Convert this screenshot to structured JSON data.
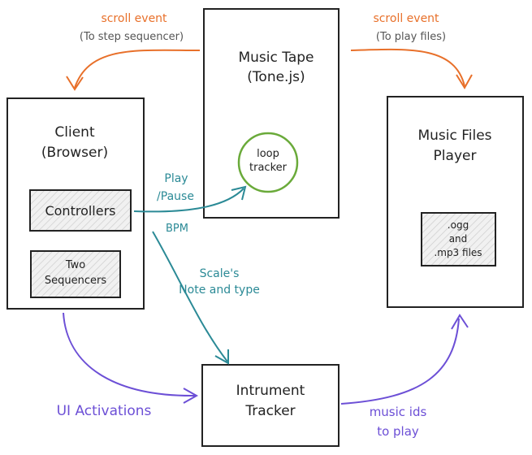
{
  "boxes": {
    "music_tape": {
      "line1": "Music Tape",
      "line2": "(Tone.js)"
    },
    "client": {
      "line1": "Client",
      "line2": "(Browser)"
    },
    "controllers": {
      "label": "Controllers"
    },
    "sequencers": {
      "line1": "Two",
      "line2": "Sequencers"
    },
    "loop_tracker": {
      "line1": "loop",
      "line2": "tracker"
    },
    "music_files_player": {
      "line1": "Music Files",
      "line2": "Player"
    },
    "files": {
      "line1": ".ogg",
      "line2": "and",
      "line3": ".mp3 files"
    },
    "instrument_tracker": {
      "line1": "Intrument",
      "line2": "Tracker"
    }
  },
  "edges": {
    "scroll_left": {
      "line1": "scroll event",
      "line2": "(To step sequencer)"
    },
    "scroll_right": {
      "line1": "scroll event",
      "line2": "(To play files)"
    },
    "play_pause": {
      "line1": "Play",
      "line2": "/Pause"
    },
    "bpm": {
      "label": "BPM"
    },
    "scale": {
      "line1": "Scale's",
      "line2": "Note and type"
    },
    "ui_activations": {
      "label": "UI Activations"
    },
    "music_ids": {
      "line1": "music ids",
      "line2": "to play"
    }
  },
  "colors": {
    "orange": "#e8702a",
    "teal": "#2b8a96",
    "purple": "#6c4fd6",
    "green": "#6aaa3a",
    "gray_label": "#555555",
    "box_fill": "#eeeeee"
  }
}
